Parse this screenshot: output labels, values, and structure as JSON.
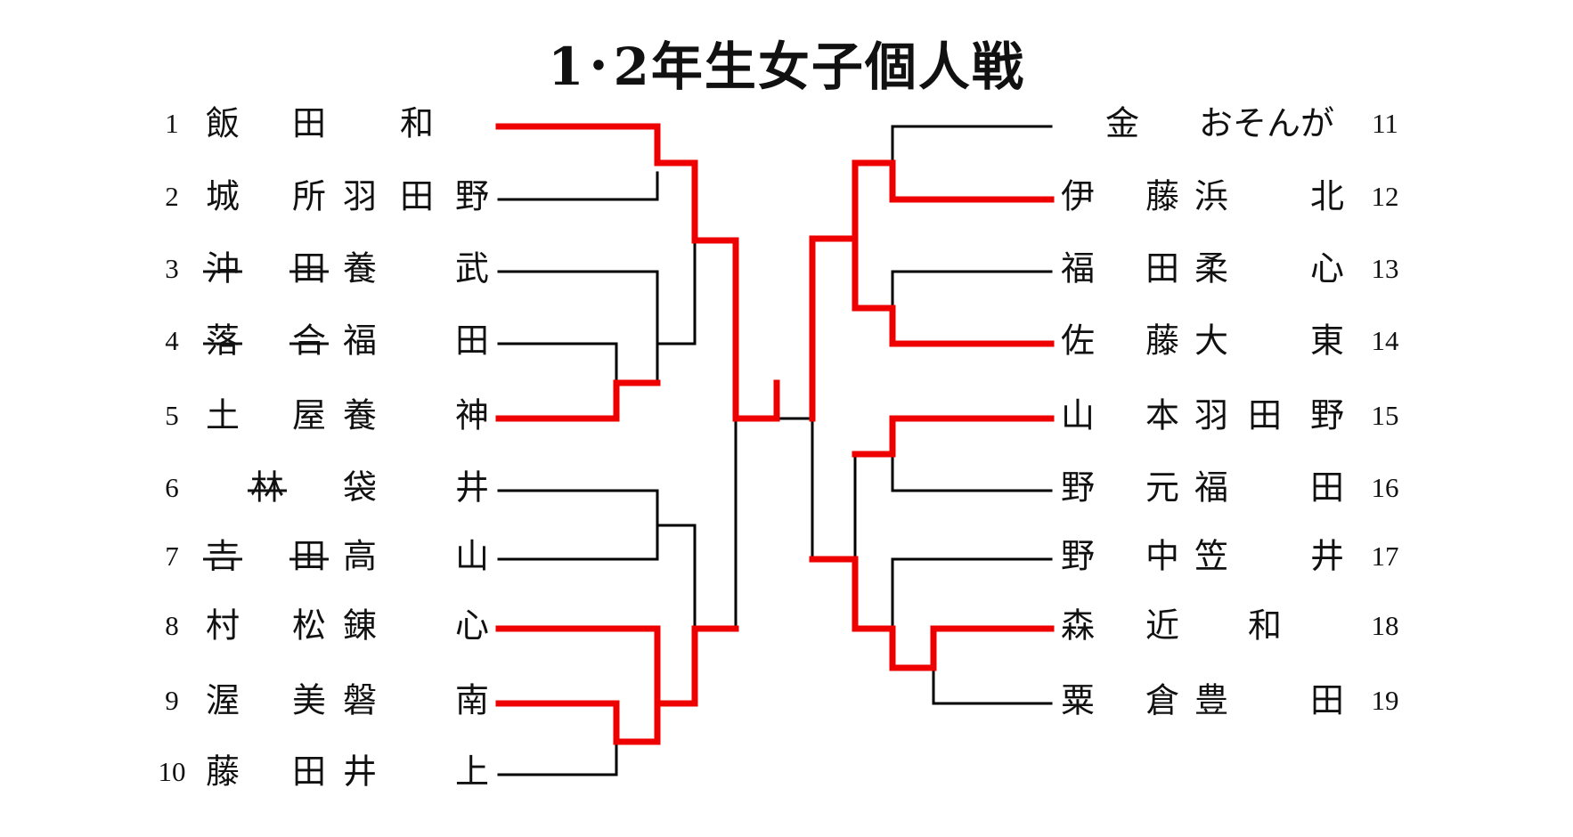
{
  "title": "1･2年生女子個人戦",
  "left_entries": [
    {
      "num": "1",
      "chars": [
        "飯",
        "田",
        "",
        "和"
      ],
      "winner": true
    },
    {
      "num": "2",
      "chars": [
        "城",
        "所",
        "羽",
        "田",
        "野"
      ],
      "winner": false
    },
    {
      "num": "3",
      "chars": [
        "沖",
        "田",
        "養",
        "",
        "武"
      ],
      "winner": false,
      "struck": true
    },
    {
      "num": "4",
      "chars": [
        "落",
        "合",
        "福",
        "",
        "田"
      ],
      "winner": false,
      "struck": true
    },
    {
      "num": "5",
      "chars": [
        "土",
        "屋",
        "養",
        "",
        "神"
      ],
      "winner": true
    },
    {
      "num": "6",
      "chars": [
        "林",
        "袋",
        "井"
      ],
      "winner": false,
      "struck": true
    },
    {
      "num": "7",
      "chars": [
        "吉",
        "田",
        "高",
        "",
        "山"
      ],
      "winner": false,
      "struck": true
    },
    {
      "num": "8",
      "chars": [
        "村",
        "松",
        "錬",
        "",
        "心"
      ],
      "winner": true
    },
    {
      "num": "9",
      "chars": [
        "渥",
        "美",
        "磐",
        "",
        "南"
      ],
      "winner": true
    },
    {
      "num": "10",
      "chars": [
        "藤",
        "田",
        "井",
        "",
        "上"
      ],
      "winner": false
    }
  ],
  "right_entries": [
    {
      "num": "11",
      "text_a": "金",
      "text_b": "おそんが",
      "winner": false
    },
    {
      "num": "12",
      "chars": [
        "伊",
        "藤",
        "浜",
        "",
        "北"
      ],
      "winner": true
    },
    {
      "num": "13",
      "chars": [
        "福",
        "田",
        "柔",
        "",
        "心"
      ],
      "winner": false
    },
    {
      "num": "14",
      "chars": [
        "佐",
        "藤",
        "大",
        "",
        "東"
      ],
      "winner": true
    },
    {
      "num": "15",
      "chars": [
        "山",
        "本",
        "羽",
        "田",
        "野"
      ],
      "winner": true
    },
    {
      "num": "16",
      "chars": [
        "野",
        "元",
        "福",
        "",
        "田"
      ],
      "winner": false
    },
    {
      "num": "17",
      "chars": [
        "野",
        "中",
        "笠",
        "",
        "井"
      ],
      "winner": false
    },
    {
      "num": "18",
      "chars": [
        "森",
        "近",
        "",
        "和"
      ],
      "winner": true
    },
    {
      "num": "19",
      "chars": [
        "粟",
        "倉",
        "豊",
        "",
        "田"
      ],
      "winner": false
    }
  ],
  "colors": {
    "win_line": "#ee0000",
    "line": "#000000"
  }
}
